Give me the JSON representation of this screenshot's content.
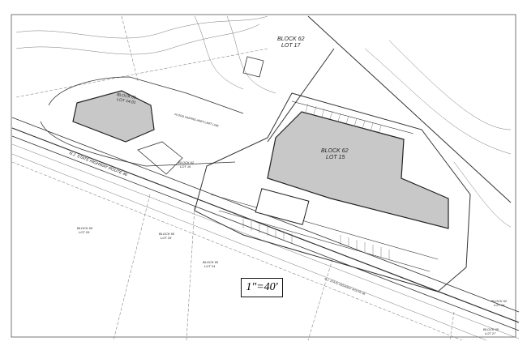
{
  "plan": {
    "scale": "1\"=40'",
    "highway": "N.J. STATE HIGHWAY ROUTE 46",
    "flood_line": "FLOOD HAZARD AREA LIMIT LINE",
    "lots": [
      {
        "block": "BLOCK 62",
        "lot": "LOT 17"
      },
      {
        "block": "BLOCK 62",
        "lot": "LOT 15"
      },
      {
        "block": "BLOCK 62",
        "lot": "LOT 16"
      },
      {
        "block": "BLOCK 61",
        "lot": "LOT 14.01"
      },
      {
        "block": "BLOCK 62",
        "lot": "LOT 14"
      },
      {
        "block": "BLOCK 60",
        "lot": "LOT 26"
      },
      {
        "block": "BLOCK 60",
        "lot": "LOT 25"
      },
      {
        "block": "BLOCK 60",
        "lot": "LOT 24"
      },
      {
        "block": "BLOCK 60",
        "lot": "LOT 27"
      }
    ]
  }
}
